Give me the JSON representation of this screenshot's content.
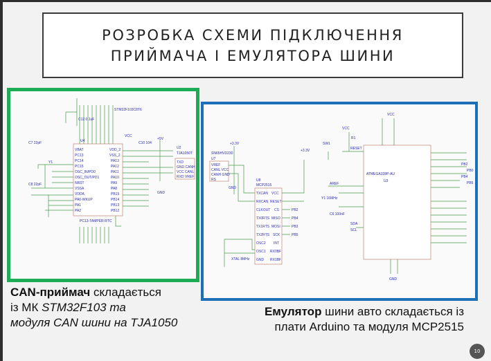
{
  "title": {
    "line1": "РОЗРОБКА СХЕМИ ПІДКЛЮЧЕННЯ",
    "line2": "ПРИЙМАЧА І ЕМУЛЯТОРА ШИНИ"
  },
  "left_caption": {
    "bold": "CAN-приймач",
    "t1": " складається",
    "t2": "із МК ",
    "i1": "STM32F103 та",
    "i2": "модуля CAN шини на TJA1050"
  },
  "right_caption": {
    "bold": "Емулятор",
    "t1": " шини авто складається із",
    "t2": "плати Arduino та модуля MCP2515"
  },
  "page_number": "10",
  "colors": {
    "green": "#1eab55",
    "blue": "#1d6fb8"
  },
  "schematic_left": {
    "mcu": "STM32F103C8T6",
    "mcu_ref": "U4",
    "rtc": "PC13-TAMPER-RTC",
    "left_pins": [
      "VBAT",
      "PC13",
      "PC14",
      "PC15",
      "OSC_IN/PD0",
      "OSC_OUT/PD1",
      "NRST",
      "VSSA",
      "VDDA",
      "PA0-WKUP",
      "PA1",
      "PA2"
    ],
    "right_pins": [
      "VDD_2",
      "VSS_2",
      "PA13",
      "PA12",
      "PA11",
      "PA10",
      "PA9",
      "PA8",
      "PB15",
      "PB14",
      "PB13",
      "PB12"
    ],
    "can_chip": "TJA1050T",
    "can_ref": "U2",
    "can_pins": [
      "TXD",
      "GND CANH",
      "VCC CANL",
      "RXD VREF"
    ],
    "labels": {
      "vcc": "VCC",
      "gnd": "GND",
      "v5": "+5V",
      "c7": "C7 22pF",
      "c8": "C8 22pF",
      "c12": "C12 0.1uF",
      "c10": "C10 104",
      "y1": "Y1"
    }
  },
  "schematic_right": {
    "sn": "SN65HVD230",
    "sn_ref": "U7",
    "sn_pins": [
      "VREF",
      "CANL VCC",
      "CANH GND",
      "RS"
    ],
    "mcp": "MCP2515",
    "mcp_ref": "U8",
    "mcp_left": [
      "TXCAN",
      "RXCAN",
      "CLKOUT",
      "TX0RTS",
      "TX1RTS",
      "TX2RTS",
      "OSC2",
      "OSC1",
      "GND"
    ],
    "mcp_right": [
      "VCC",
      "RESET",
      "CS",
      "MISO",
      "MOSI",
      "SCK",
      "INT",
      "RX0BF",
      "RX1BF"
    ],
    "mcp_ports": [
      "PB2",
      "PB4",
      "PB3",
      "PB5"
    ],
    "atmega": "ATMEGA328P-AU",
    "atmega_ref": "U3",
    "d_ports": [
      "PB2",
      "PB0",
      "PB4",
      "PB5"
    ],
    "labels": {
      "v33": "+3.3V",
      "vcc": "VCC",
      "gnd": "GND",
      "reset": "RESET",
      "aref": "AREF",
      "sw": "SW1",
      "r1": "R1",
      "y1": "Y1 16MHz",
      "xtal": "XTAL 8MHz",
      "sda": "SDA",
      "scl": "SCL",
      "c6": "C6 100nF"
    }
  }
}
